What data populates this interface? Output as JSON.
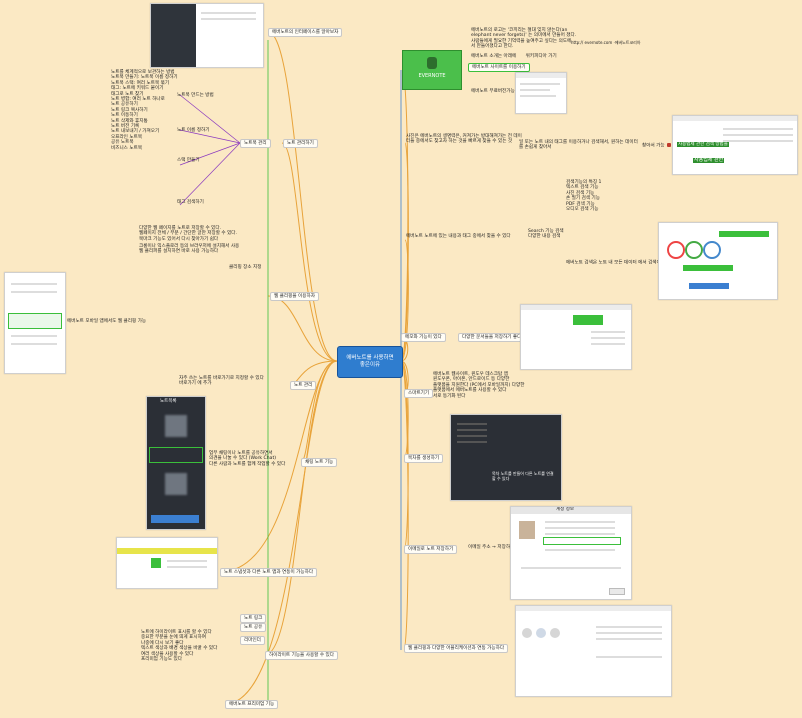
{
  "central": {
    "line1": "에버노트를 사용하면",
    "line2": "좋은이유"
  },
  "evernote_logo": "EVERNOTE",
  "right": {
    "r1": {
      "label": "에버노트 소개",
      "desc": [
        "에버노트의 로고는 '코끼리는 절대 잊지 않는다(an",
        "elephant never forgets)' 는 의미에서 만들어 졌다.",
        "사람들에게 필요한 기억력을 높여주고 싶다는 의도에",
        "서 만들어졌다고 한다."
      ],
      "item2": "에버노트 소개는 아래에",
      "item2b": "위키피디아 가기",
      "item3": "에버노트 사이트를 이용하기",
      "item3b": "http:// evernote.com ·에버노트코리아",
      "item4": "에버노트 무료버전가능"
    },
    "r2": {
      "label": "사진은 에버노트의 생명력은, 커져가는 방대해져가는 전 데이터들 중에서도 찾고자 하는 것을 빠르게 찾을 수 있는 것",
      "sub": "일 또는 노트 내의 태그를 이용하거나 검색해서, 원하는 데이터",
      "sub2": "를 손쉽게 찾아서",
      "sub3": "찾아서 가능",
      "thumb_label": "사용법세 관한 검색 방법을",
      "caption": "사용법세 관한"
    },
    "r3": {
      "label": "에버노트 노트에 있는 내용과 태그 중에서 찾을 수 있다",
      "sub": "Search 기능 검색",
      "sub2": "다양한 내용 검색",
      "list": [
        "검색기능의 특징 1",
        "텍스트 검색 기능",
        "사진 검색 기능",
        "손 필기 검색 기능",
        "PDF 검색 기능",
        "오디오 검색 기능"
      ],
      "note": "에버노트 검색은 노트 내 모든 데이터 에서 검색이 가능하다"
    },
    "r4": {
      "label": "메모와 기능이 있다",
      "sub": "다양한 문서들을 저장하기 좋다"
    },
    "r5": {
      "label": "스마트기기",
      "desc": [
        "에버노트 웹사이트, 윈도우 데스크탑 앱",
        "윈도우폰, 아이폰, 안드로이드 등 다양한",
        "플랫폼을 지원한다 (PC에서 모바일까지) 다양한",
        "플랫폼에서 에버노트를 사용할 수 있다",
        "서로 동기화 된다"
      ]
    },
    "r6": {
      "label": "목차를 생성하기",
      "caption": "목차 노트를 만들어 다른 노트를 연결할 수 있다"
    },
    "r7": {
      "label": "이메일로 노트 저장하기",
      "sub": "이메일 주소 → 저장하기",
      "dialog_title": "계정 정보"
    },
    "r8": {
      "label": "웹 클리핑과 다양한 어플리케이션과 연동 가능하다"
    }
  },
  "left": {
    "l1": {
      "label": "에버노트의 인터페이스를 알아보자"
    },
    "l2": {
      "label": "노트 관리하기",
      "hub": "노트북 관리",
      "tree": [
        "노트를 체계적으로 보관하는 방법",
        "노트북 만들기: 노트북 이름 정하기",
        "노트북 스택: 여러 노트북 묶기",
        "태그: 노트에 키워드 붙이기",
        "태그로 노트 찾기",
        "노트 병합: 여러 노트 하나로",
        "노트 공유하기",
        "노트 링크 복사하기",
        "노트 이동하기",
        "노트 삭제와 휴지통",
        "노트 버전 기록",
        "노트 내보내기 / 가져오기",
        "오프라인 노트북",
        "공유 노트북",
        "비즈니스 노트북"
      ],
      "sub_a": "노트북 만드는 방법",
      "sub_b": "노트 이름 정하기",
      "sub_c": "스택 만들기",
      "sub_d": "태그 검색하기"
    },
    "l3": {
      "label": "웹 클리핑을 이용하자",
      "desc": [
        "다양한 웹 페이지를 노트로 저장할 수 있다.",
        "웹페이지 전체 / 부분 / 간단한 글만 저장할 수 있다.",
        "북마크 기능도 있어서 다시 찾아가기 쉽다"
      ],
      "desc2": [
        "크롬이나 익스플로러 등의 브라우저에 설치해서 사용",
        "웹 클리퍼를 설치하면 바로 사용 가능하다"
      ],
      "note": "클리핑 장소 지정",
      "phone_sub": "에버노트 모바일 앱에서도 웹 클리핑 가능"
    },
    "l4": {
      "label": "노트 관리",
      "desc": [
        "자주 쓰는 노트를 바로가기로 지정할 수 있다",
        "바로가기 에 추가"
      ]
    },
    "l5": {
      "label": "채팅 노트 기능",
      "desc": [
        "업무 채팅이나 노트를 공유하면서",
        "의견을 나눌 수 있다 (Work Chat)",
        "다른 사람과 노트를 함께 작업할 수 있다"
      ],
      "phone_title": "노트목록"
    },
    "l6": {
      "label": "노트 스냅샷과 다른 노트 앱과 연동이 가능하다"
    },
    "l7": {
      "label": "하이라이트 기능을 사용할 수 있다",
      "items": [
        "노트 링크",
        "노트 공유",
        "리마인더"
      ],
      "desc": [
        "노트에 하이라이트 표시를 할 수 있다",
        "중요한 부분을 눈에 띄게 표시하여",
        "나중에 다시 보기 좋다",
        "텍스트 색상과 배경 색상을 바꿀 수 있다",
        "여러 색상을 사용할 수 있다",
        "프리미엄 기능도 있다"
      ]
    },
    "l8": {
      "label": "에버노트 프리미엄 기능"
    }
  }
}
